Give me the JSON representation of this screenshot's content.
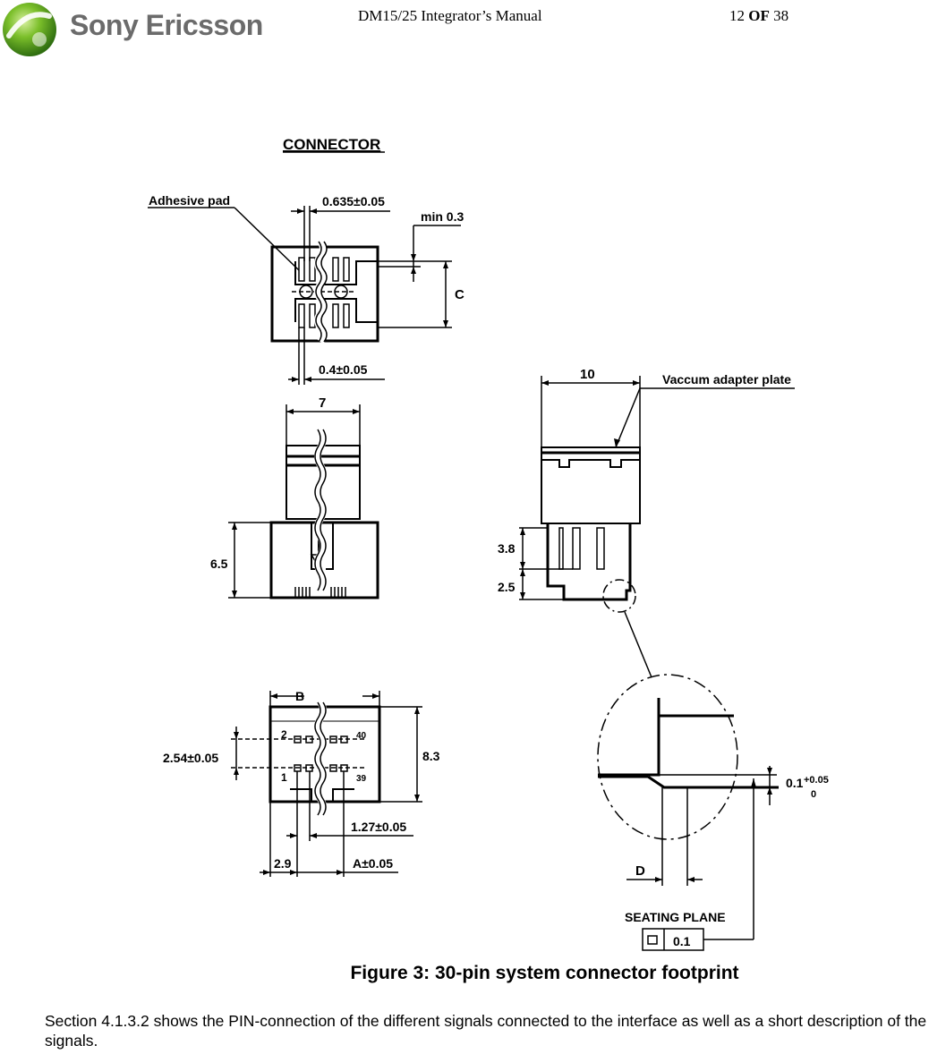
{
  "header": {
    "logo_text": "Sony Ericsson",
    "title": "DM15/25 Integrator’s Manual",
    "page_num": "12",
    "page_of": "OF",
    "page_total": "38"
  },
  "drawing": {
    "connector_title": "CONNECTOR",
    "adhesive_pad": "Adhesive pad",
    "dim_pitch_top": "0.635±0.05",
    "dim_min": "min 0.3",
    "dim_c": "C",
    "dim_width": "0.4±0.05",
    "dim_7": "7",
    "dim_6_5": "6.5",
    "dim_10": "10",
    "vacuum_plate": "Vaccum adapter plate",
    "dim_3_8": "3.8",
    "dim_2_5": "2.5",
    "dim_b": "B",
    "dim_2_54": "2.54±0.05",
    "dim_8_3": "8.3",
    "pin_2": "2",
    "pin_40": "40",
    "pin_1": "1",
    "pin_39": "39",
    "dim_1_27": "1.27±0.05",
    "dim_2_9": "2.9",
    "dim_a": "A±0.05",
    "dim_0_1": "0.1",
    "dim_tol_plus": "+0.05",
    "dim_tol_zero": "0",
    "dim_d": "D",
    "seating_plane": "SEATING PLANE",
    "flatness_value": "0.1"
  },
  "caption": "Figure 3: 30-pin system connector footprint",
  "body_text": "Section 4.1.3.2 shows the PIN-connection of the different signals connected to the interface as well as a short description of the signals."
}
